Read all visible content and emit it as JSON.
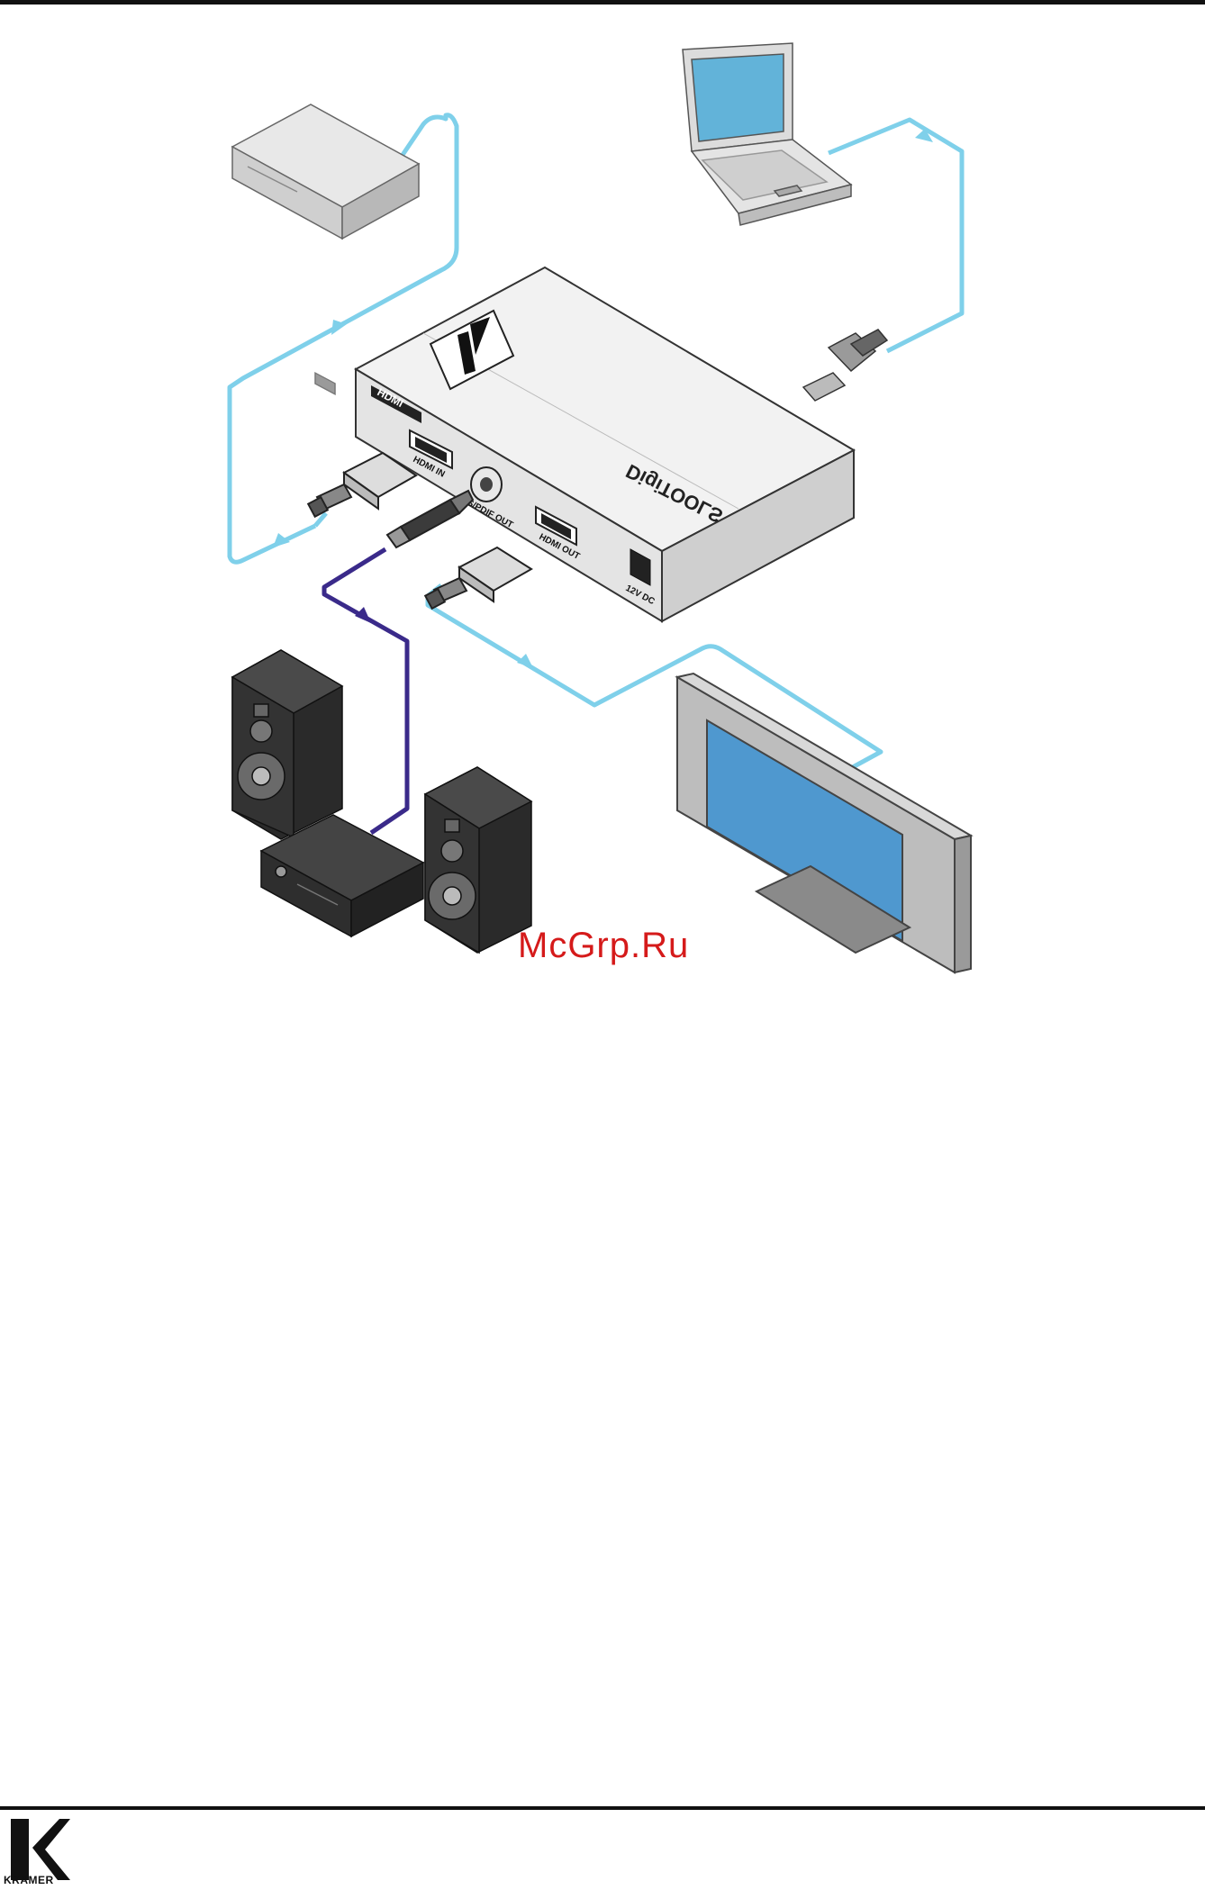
{
  "diagram": {
    "device": {
      "brand_text": "DigiTOOLS",
      "logo_text": "KRAMER",
      "hdmi_badge": "HDMI",
      "ports": {
        "hdmi_in": "HDMI IN",
        "spdif_out": "S/PDIF OUT",
        "hdmi_out": "HDMI OUT",
        "power": "12V DC"
      }
    },
    "colors": {
      "hdmi_cable": "#7fd0ea",
      "spdif_cable": "#3a2a8a",
      "screen_blue": "#4f98cf"
    },
    "icons": [
      "dvd-player-icon",
      "laptop-icon",
      "usb-connector-icon",
      "speaker-icon",
      "amplifier-icon",
      "flat-screen-display-icon"
    ]
  },
  "watermark": "McGrp.Ru",
  "footer": {
    "brand": "KRAMER"
  }
}
